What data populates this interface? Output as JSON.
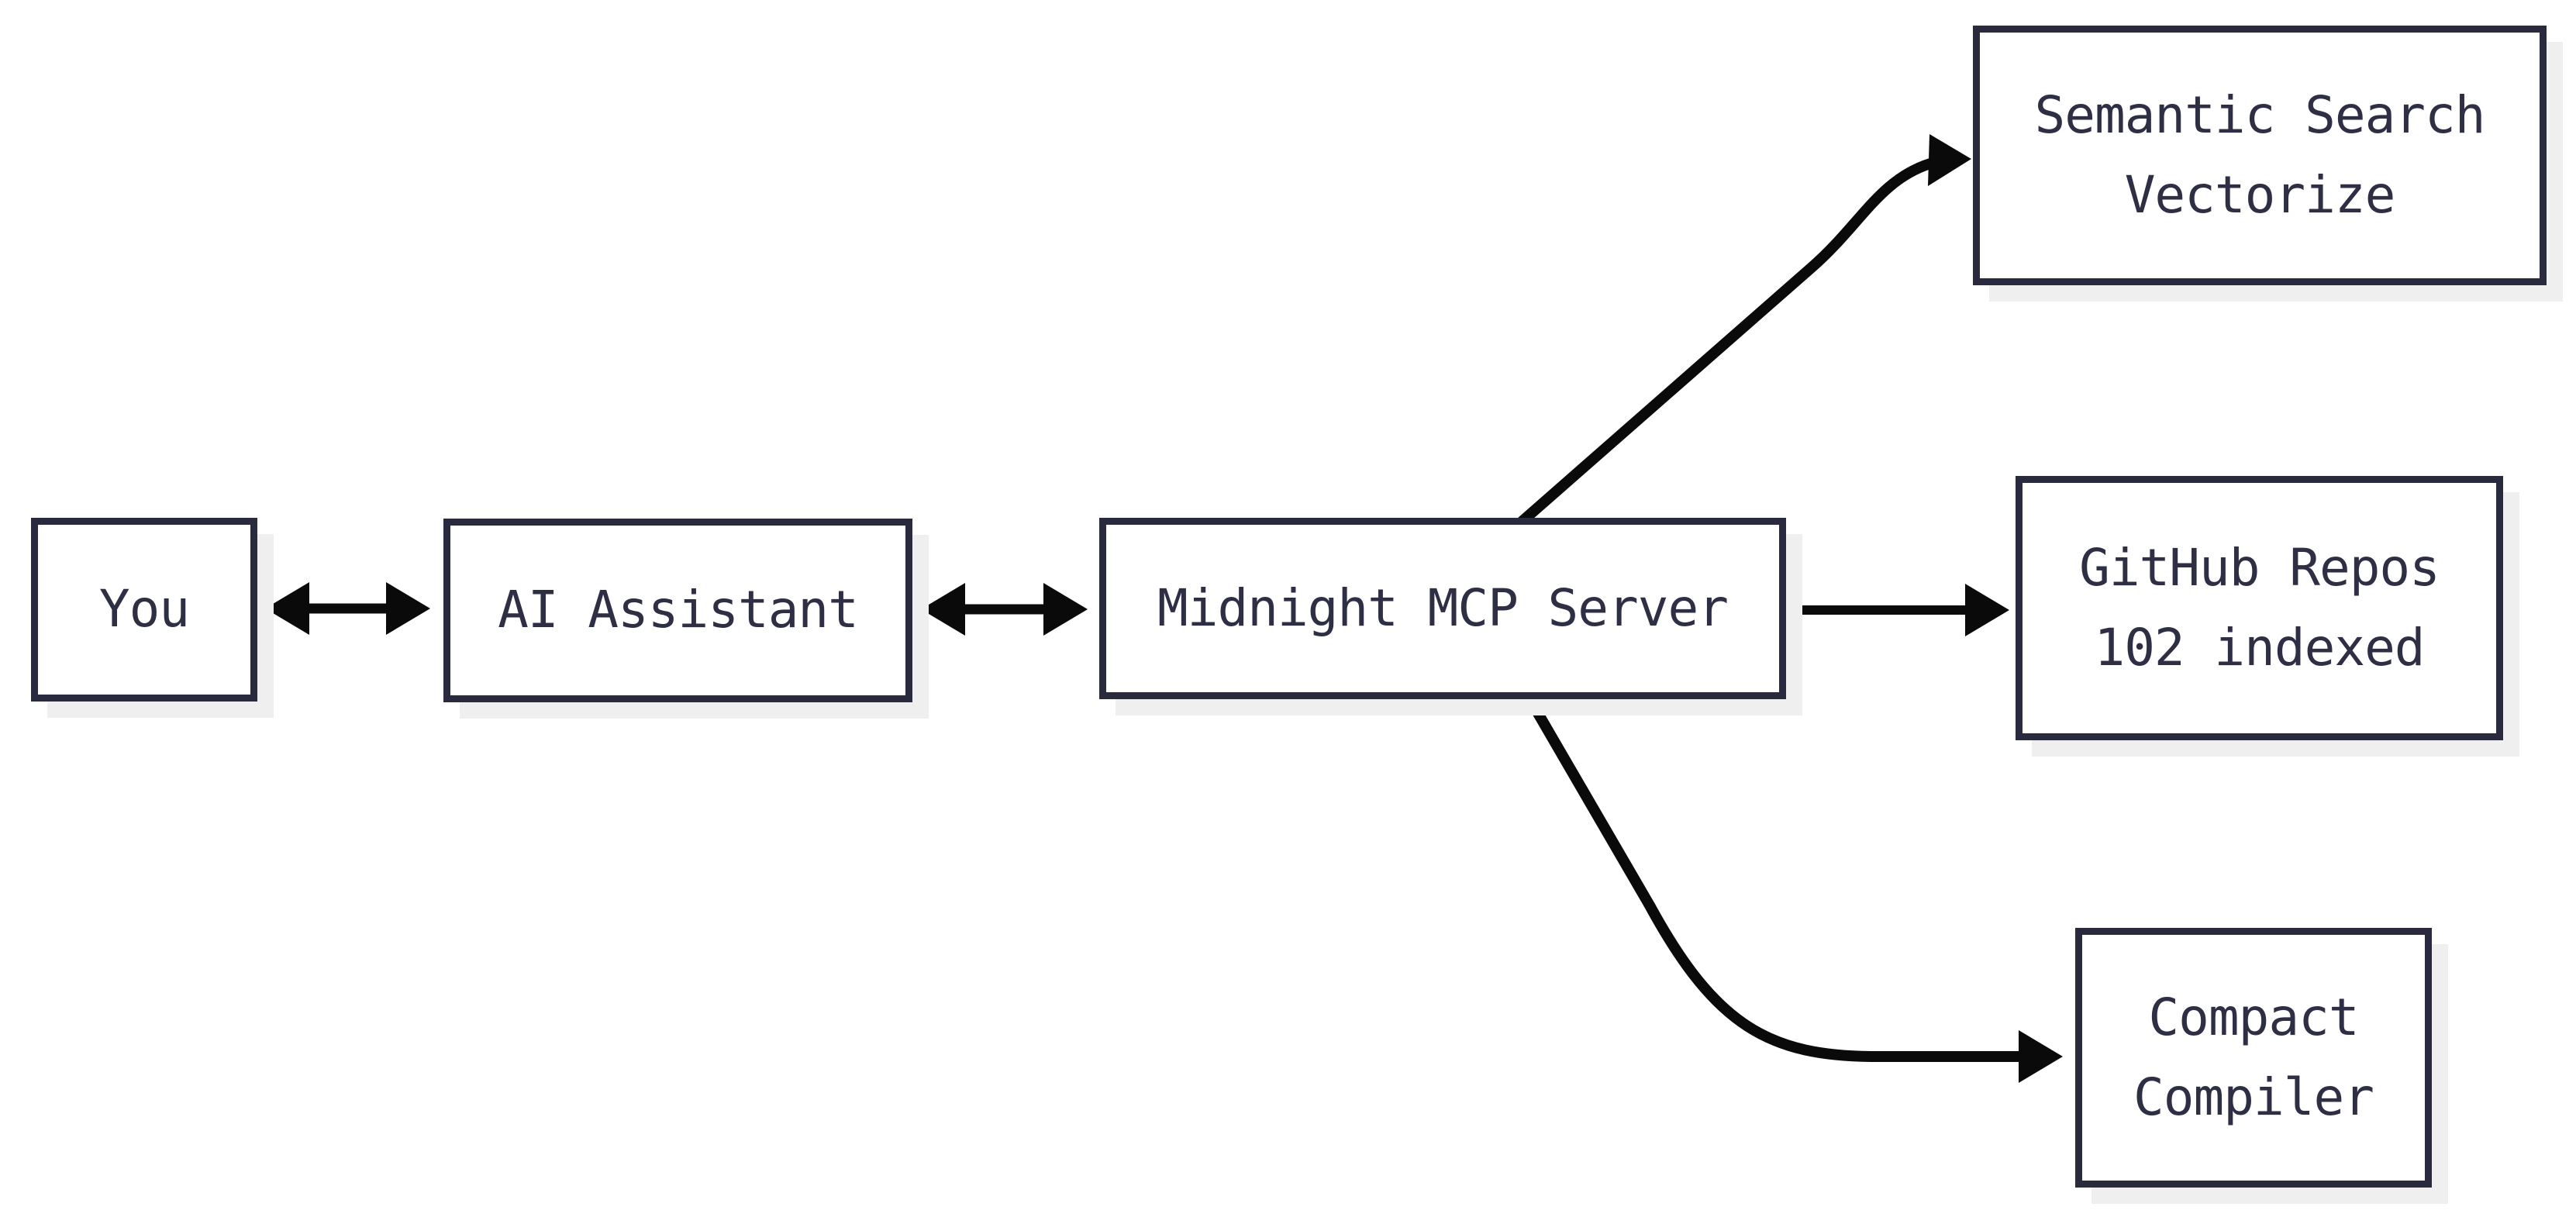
{
  "diagram": {
    "nodes": {
      "you": {
        "label": "You"
      },
      "ai_assistant": {
        "label": "AI Assistant"
      },
      "mcp_server": {
        "label": "Midnight MCP Server"
      },
      "semantic_search": {
        "lines": [
          "Semantic Search",
          "Vectorize"
        ]
      },
      "github_repos": {
        "lines": [
          "GitHub Repos",
          "102 indexed"
        ]
      },
      "compact_compiler": {
        "lines": [
          "Compact",
          "Compiler"
        ]
      }
    },
    "edges": [
      {
        "from": "you",
        "to": "ai_assistant",
        "type": "bidirectional"
      },
      {
        "from": "ai_assistant",
        "to": "mcp_server",
        "type": "bidirectional"
      },
      {
        "from": "mcp_server",
        "to": "semantic_search",
        "type": "arrow"
      },
      {
        "from": "mcp_server",
        "to": "github_repos",
        "type": "arrow"
      },
      {
        "from": "mcp_server",
        "to": "compact_compiler",
        "type": "arrow"
      }
    ]
  },
  "colors": {
    "background": "#ffffff",
    "node_fill": "#ffffff",
    "node_border": "#2a2a3e",
    "node_text": "#2e2e44",
    "arrow": "#0a0a0a",
    "shadow": "#efefef"
  }
}
